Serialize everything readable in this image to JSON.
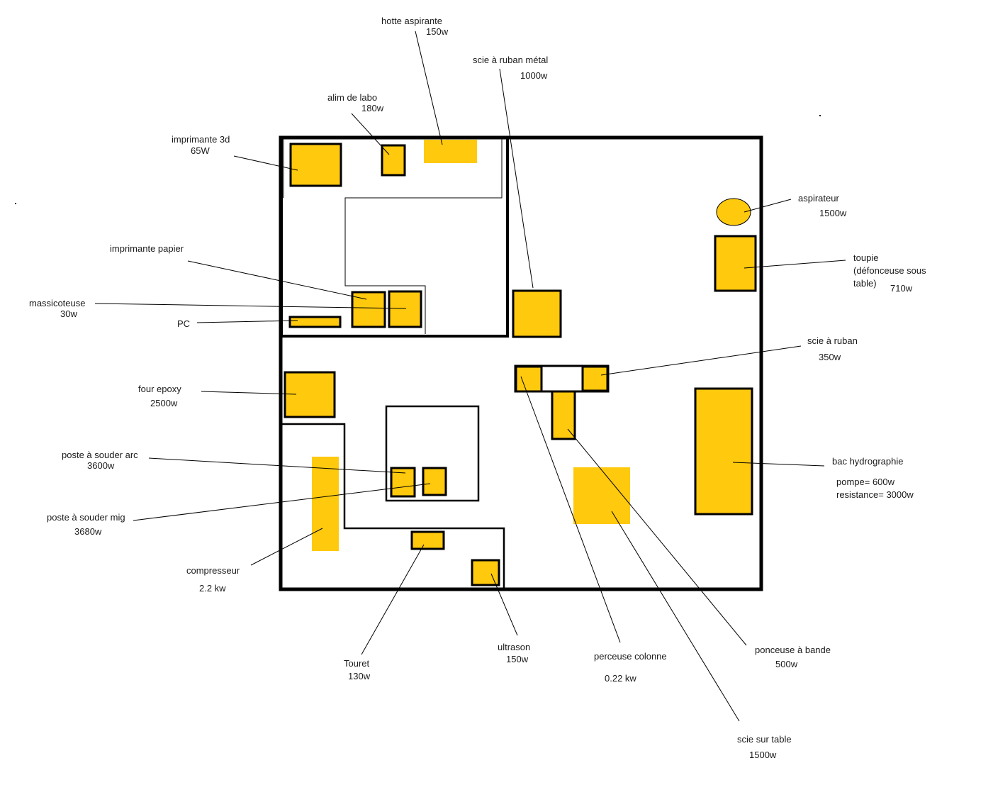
{
  "colors": {
    "equipment": "#FFC90E",
    "walls": "#000000"
  },
  "equipment": {
    "hotte": {
      "name": "hotte aspirante",
      "power": "150w"
    },
    "scie_metal": {
      "name": "scie à ruban métal",
      "power": "1000w"
    },
    "alim": {
      "name": "alim de labo",
      "power": "180w"
    },
    "imprimante3d": {
      "name": "imprimante 3d",
      "power": "65W"
    },
    "aspirateur": {
      "name": "aspirateur",
      "power": "1500w"
    },
    "imprimante_papier": {
      "name": "imprimante papier"
    },
    "toupie": {
      "name_line1": "toupie",
      "name_line2": "(défonceuse sous",
      "name_line3": "table)",
      "power": "710w"
    },
    "massicoteuse": {
      "name": "massicoteuse",
      "power": "30w"
    },
    "pc": {
      "name": "PC"
    },
    "scie_ruban": {
      "name": "scie à ruban",
      "power": "350w"
    },
    "four": {
      "name": "four epoxy",
      "power": "2500w"
    },
    "arc": {
      "name": "poste à souder arc",
      "power": "3600w"
    },
    "bac": {
      "name": "bac hydrographie",
      "power_line1": "pompe= 600w",
      "power_line2": "resistance= 3000w"
    },
    "mig": {
      "name": "poste à souder mig",
      "power": "3680w"
    },
    "compresseur": {
      "name": "compresseur",
      "power": "2.2 kw"
    },
    "ultrason": {
      "name": "ultrason",
      "power": "150w"
    },
    "ponceuse": {
      "name": "ponceuse à bande",
      "power": "500w"
    },
    "perceuse": {
      "name": "perceuse colonne",
      "power": "0.22 kw"
    },
    "touret": {
      "name": "Touret",
      "power": "130w"
    },
    "scie_table": {
      "name": "scie sur table",
      "power": "1500w"
    }
  }
}
